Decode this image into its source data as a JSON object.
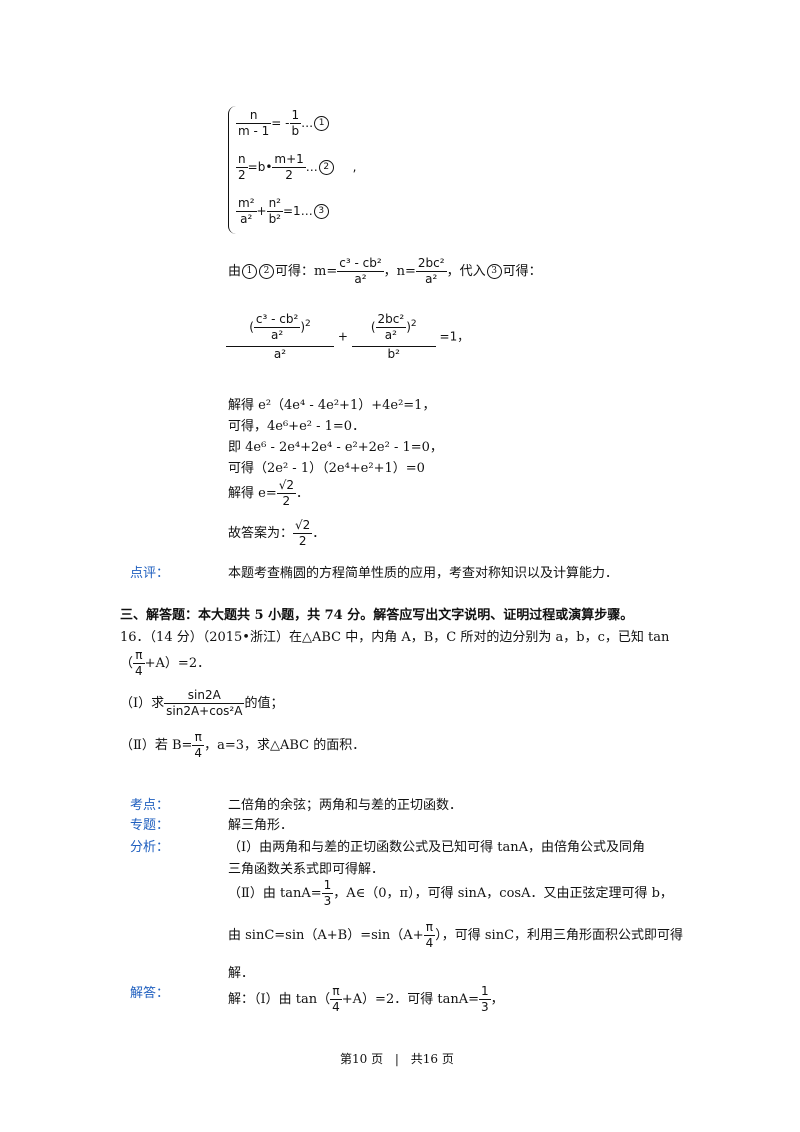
{
  "sys": {
    "eq1": {
      "num": "n",
      "den": "m - 1",
      "mid": "= -",
      "num2": "1",
      "den2": "b",
      "tail": "…",
      "mark": "1"
    },
    "eq2": {
      "num": "n",
      "den": "2",
      "mid": "=b•",
      "num2": "m+1",
      "den2": "2",
      "tail": "…",
      "mark": "2",
      "comma": ","
    },
    "eq3": {
      "num": "m²",
      "den": "a²",
      "mid": "+",
      "num2": "n²",
      "den2": "b²",
      "tail": "=1…",
      "mark": "3"
    }
  },
  "derive": {
    "pre": "由",
    "m1": "1",
    "m2": "2",
    "mid": "可得：m=",
    "m_num": "c³ - cb²",
    "m_den": "a²",
    "sep": "，n=",
    "n_num": "2bc²",
    "n_den": "a²",
    "tail1": "，代入",
    "m3": "3",
    "tail2": "可得："
  },
  "big_eq": {
    "t1_inner_num": "c³ - cb²",
    "t1_inner_den": "a²",
    "t1_den": "a²",
    "t2_inner_num": "2bc²",
    "t2_inner_den": "a²",
    "t2_den": "b²",
    "plus": "+",
    "eq": "=1，",
    "lp": "(",
    "rp": ")",
    "pow": "2"
  },
  "steps": [
    "解得 e²（4e⁴ - 4e²+1）+4e²=1，",
    "可得，4e⁶+e² - 1=0．",
    "即 4e⁶ - 2e⁴+2e⁴ - e²+2e² - 1=0，",
    "可得（2e² - 1）（2e⁴+e²+1）=0"
  ],
  "solve": {
    "pre": "解得 e=",
    "num": "√2",
    "den": "2",
    "dot": "．"
  },
  "answer": {
    "pre": "故答案为：",
    "num": "√2",
    "den": "2",
    "dot": "．"
  },
  "comment": {
    "label": "点评：",
    "text": "本题考查椭圆的方程简单性质的应用，考查对称知识以及计算能力．"
  },
  "section": "三、解答题：本大题共 5 小题，共 74 分。解答应写出文字说明、证明过程或演算步骤。",
  "q16": {
    "line1": "16．（14 分）（2015•浙江）在△ABC 中，内角 A，B，C 所对的边分别为 a，b，c，已知 tan",
    "l2_pre": "（",
    "l2_num": "π",
    "l2_den": "4",
    "l2_post": "+A）=2．",
    "p1_pre": "（Ⅰ）求",
    "p1_num": "sin2A",
    "p1_den": "sin2A+cos²A",
    "p1_post": "的值；",
    "p2_pre": "（Ⅱ）若 B=",
    "p2_num": "π",
    "p2_den": "4",
    "p2_post": "，a=3，求△ABC 的面积．"
  },
  "kaodian": {
    "label": "考点：",
    "text": "二倍角的余弦；两角和与差的正切函数．"
  },
  "zhuanti": {
    "label": "专题：",
    "text": "解三角形．"
  },
  "fenxi": {
    "label": "分析：",
    "l1": "（Ⅰ）由两角和与差的正切函数公式及已知可得 tanA，由倍角公式及同角",
    "l2": "三角函数关系式即可得解．",
    "l3_pre": "（Ⅱ）由 tanA=",
    "l3_num": "1",
    "l3_den": "3",
    "l3_post": "，A∈（0，π），可得 sinA，cosA．又由正弦定理可得 b，",
    "l4_pre": "由 sinC=sin（A+B）=sin（A+",
    "l4_num": "π",
    "l4_den": "4",
    "l4_post": "），可得 sinC，利用三角形面积公式即可得",
    "l5": "解．"
  },
  "jieda": {
    "label": "解答：",
    "pre": "解：（Ⅰ）由 tan（",
    "num": "π",
    "den": "4",
    "mid": "+A）=2．可得 tanA=",
    "num2": "1",
    "den2": "3",
    "post": "，"
  },
  "footer": {
    "page": "第10 页",
    "sep": "|",
    "total": "共16 页"
  }
}
